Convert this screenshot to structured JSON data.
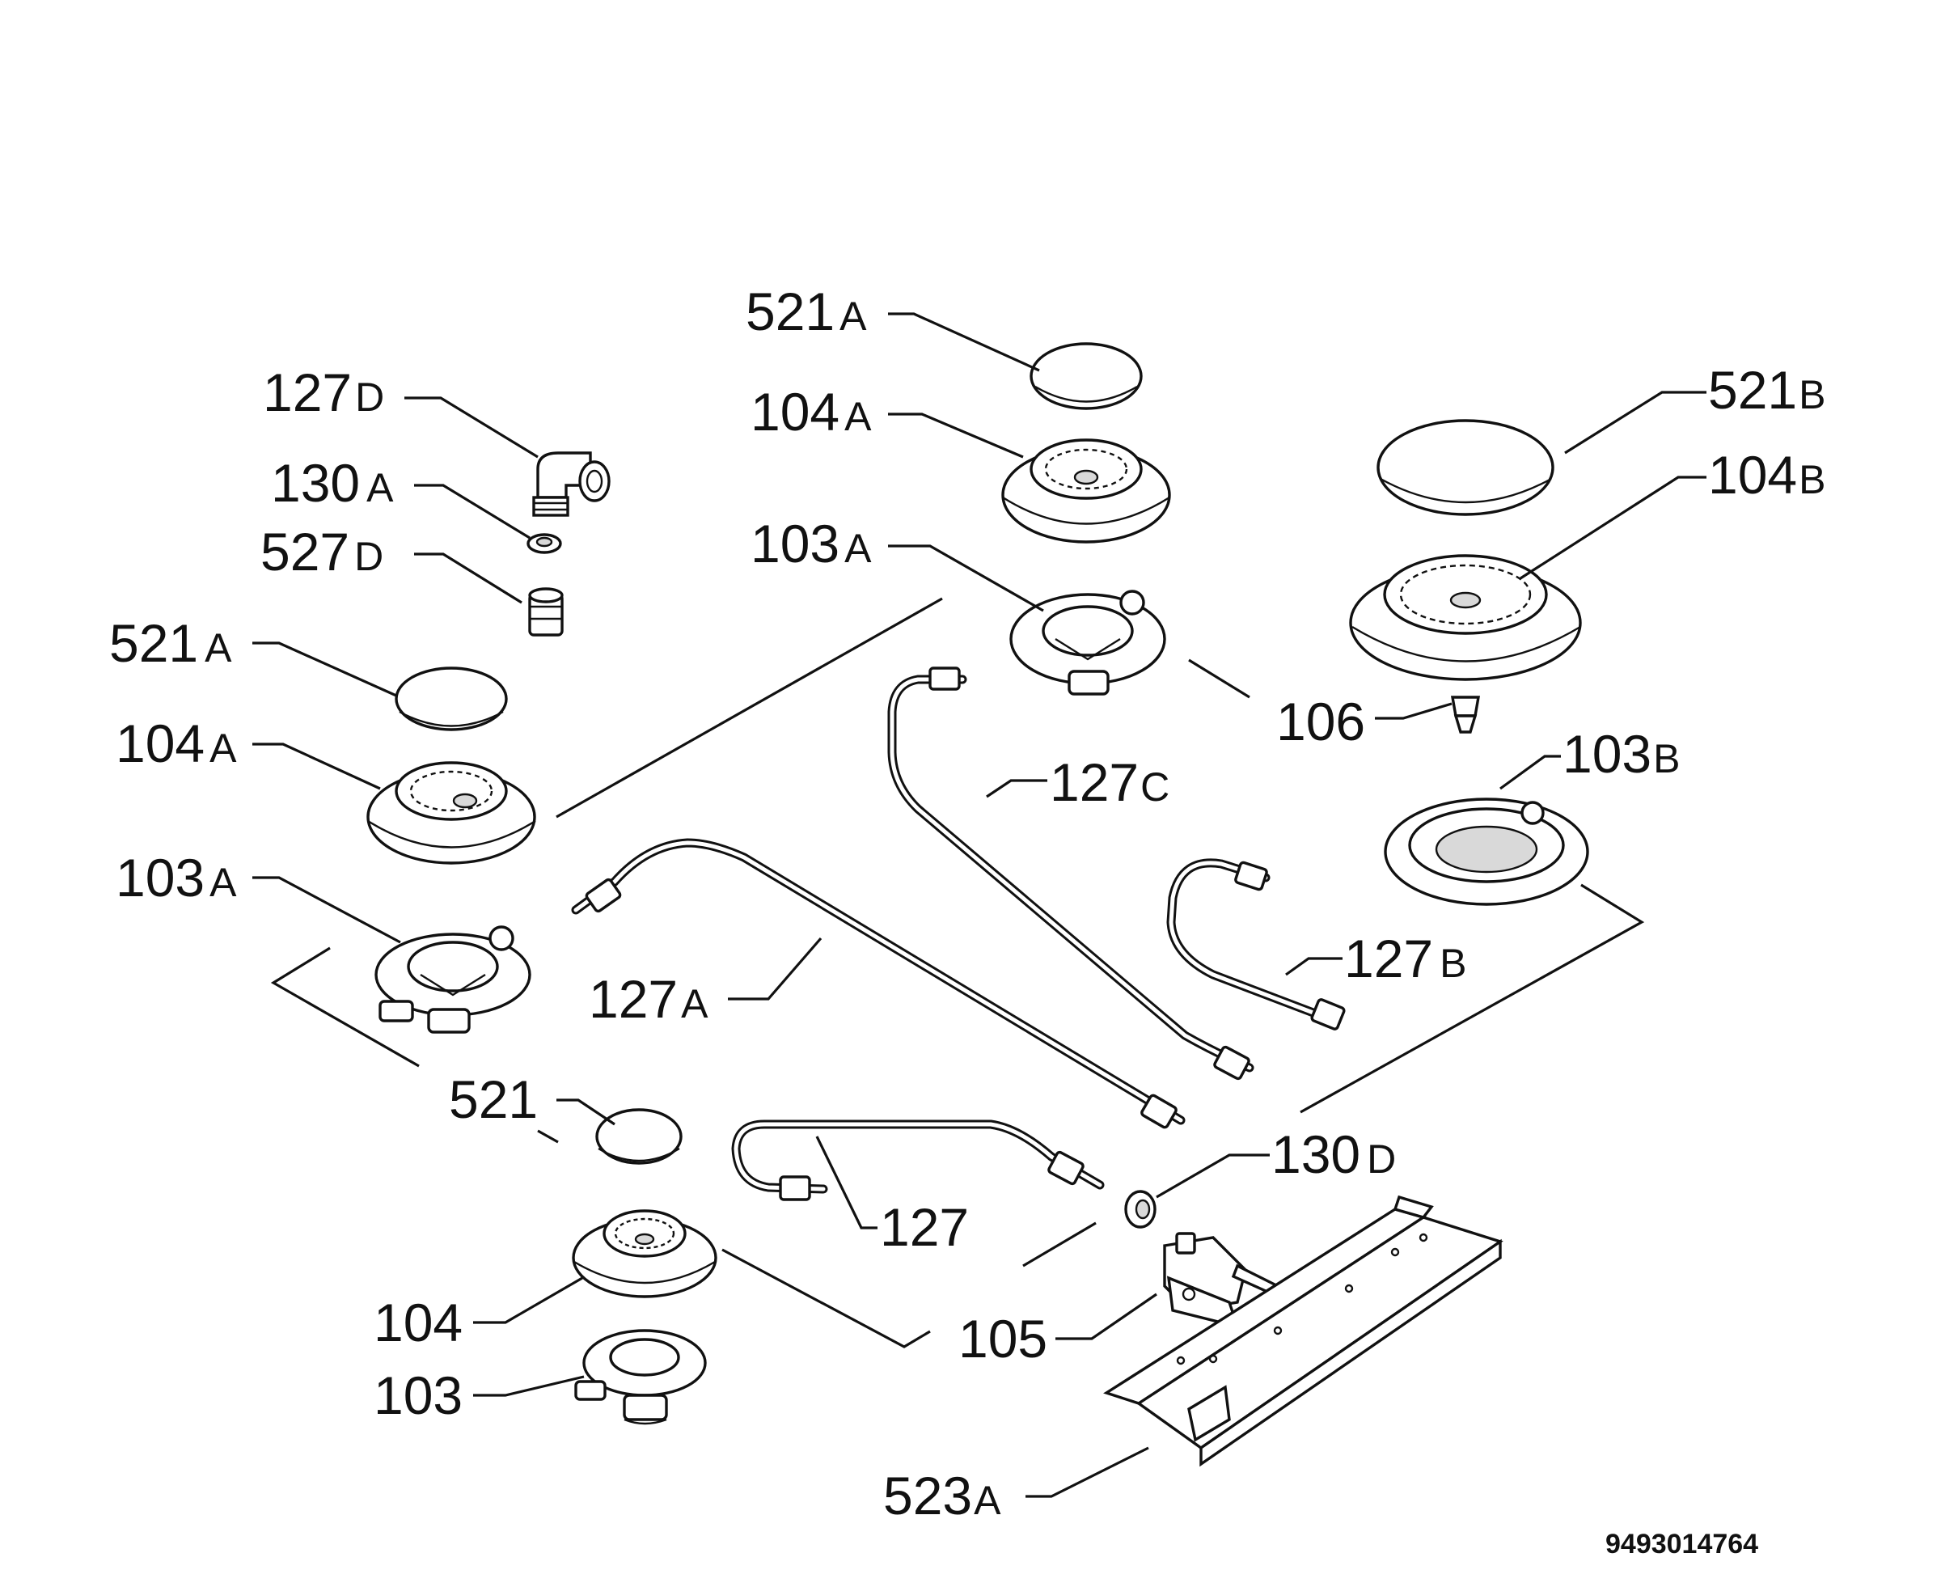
{
  "title": "",
  "document_ref": "9493014764",
  "labels": {
    "l521a_top": {
      "num": "521",
      "suffix": "A"
    },
    "l104a_top": {
      "num": "104",
      "suffix": "A"
    },
    "l103a_mid": {
      "num": "103",
      "suffix": "A"
    },
    "l521b": {
      "num": "521",
      "suffix": "B"
    },
    "l104b": {
      "num": "104",
      "suffix": "B"
    },
    "l106": {
      "num": "106",
      "suffix": ""
    },
    "l103b": {
      "num": "103",
      "suffix": "B"
    },
    "l127d": {
      "num": "127",
      "suffix": "D"
    },
    "l130a": {
      "num": "130",
      "suffix": "A"
    },
    "l527d": {
      "num": "527",
      "suffix": "D"
    },
    "l521a_left": {
      "num": "521",
      "suffix": "A"
    },
    "l104a_left": {
      "num": "104",
      "suffix": "A"
    },
    "l103a_left": {
      "num": "103",
      "suffix": "A"
    },
    "l127c": {
      "num": "127",
      "suffix": "C"
    },
    "l127b": {
      "num": "127",
      "suffix": "B"
    },
    "l127a": {
      "num": "127",
      "suffix": "A"
    },
    "l521": {
      "num": "521",
      "suffix": ""
    },
    "l130d": {
      "num": "130",
      "suffix": "D"
    },
    "l127": {
      "num": "127",
      "suffix": ""
    },
    "l104": {
      "num": "104",
      "suffix": ""
    },
    "l105": {
      "num": "105",
      "suffix": ""
    },
    "l103": {
      "num": "103",
      "suffix": ""
    },
    "l523a": {
      "num": "523",
      "suffix": "A"
    }
  }
}
